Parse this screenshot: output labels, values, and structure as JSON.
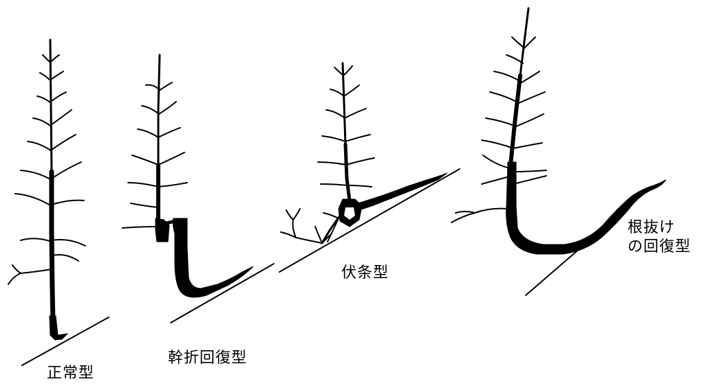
{
  "labels": {
    "normal": "正常型",
    "broken_recovery": "幹折回復型",
    "prostrate": "伏条型",
    "uprooted_recovery": "根抜け\nの回復型"
  },
  "colors": {
    "ink": "#000000",
    "background": "#ffffff"
  }
}
